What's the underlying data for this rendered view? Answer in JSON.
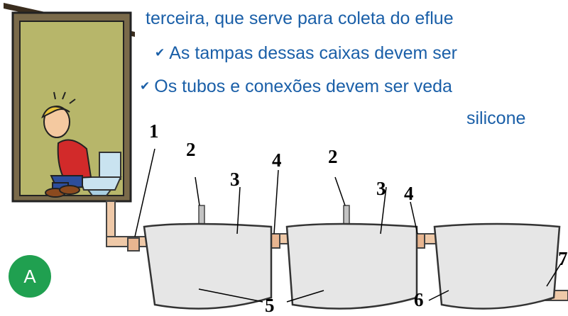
{
  "text": {
    "line1": "terceira, que serve para coleta do eflue",
    "bullet_glyph": "✔",
    "bullet1": "As tampas dessas caixas devem ser",
    "bullet2": "Os tubos e conexões devem ser veda",
    "line4": "silicone"
  },
  "labels": {
    "l1": "1",
    "l2a": "2",
    "l2b": "2",
    "l3a": "3",
    "l3b": "3",
    "l4a": "4",
    "l4b": "4",
    "l5": "5",
    "l6": "6",
    "l7": "7"
  },
  "badge": {
    "text": "A",
    "color": "#20a050"
  },
  "colors": {
    "text_blue": "#1a5fa8",
    "outhouse_wall": "#b7b66a",
    "tank_fill": "#e8e8e8",
    "pipe": "#efc9a8"
  }
}
